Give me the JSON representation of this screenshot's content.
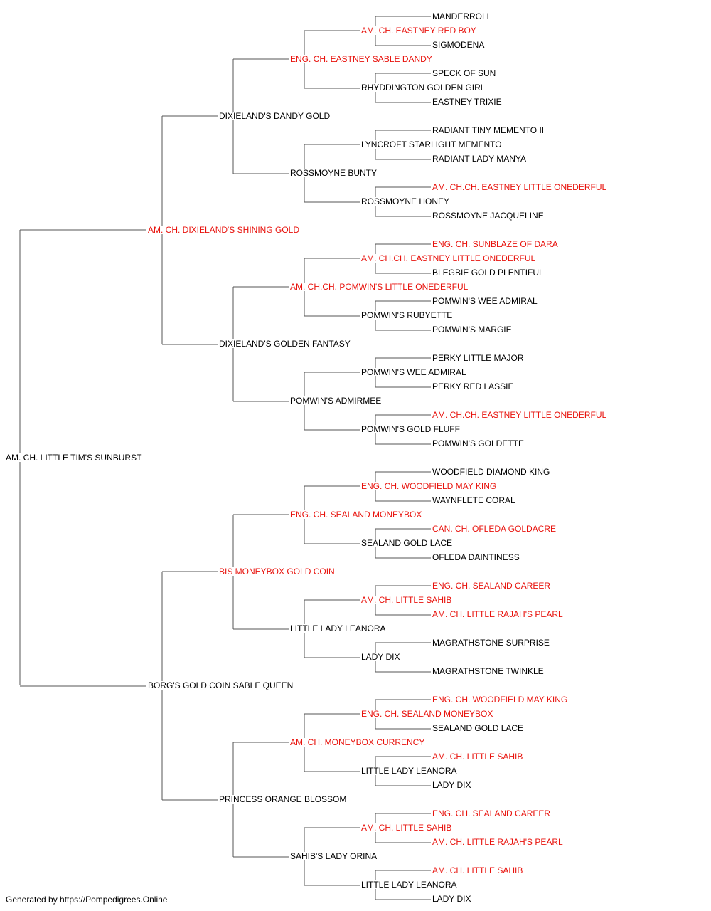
{
  "colors": {
    "champion": "#e8120c",
    "normal": "#000000",
    "connector": "#555555"
  },
  "pedigree": {
    "name": "AM. CH. LITTLE TIM'S SUNBURST",
    "champion": false,
    "sire": {
      "name": "AM. CH. DIXIELAND'S SHINING GOLD",
      "champion": true,
      "sire": {
        "name": "DIXIELAND'S DANDY GOLD",
        "champion": false,
        "sire": {
          "name": "ENG. CH. EASTNEY SABLE DANDY",
          "champion": true,
          "sire": {
            "name": "AM. CH. EASTNEY RED BOY",
            "champion": true,
            "sire": {
              "name": "MANDERROLL",
              "champion": false
            },
            "dam": {
              "name": "SIGMODENA",
              "champion": false
            }
          },
          "dam": {
            "name": "RHYDDINGTON GOLDEN GIRL",
            "champion": false,
            "sire": {
              "name": "SPECK OF SUN",
              "champion": false
            },
            "dam": {
              "name": "EASTNEY TRIXIE",
              "champion": false
            }
          }
        },
        "dam": {
          "name": "ROSSMOYNE BUNTY",
          "champion": false,
          "sire": {
            "name": "LYNCROFT STARLIGHT MEMENTO",
            "champion": false,
            "sire": {
              "name": "RADIANT TINY MEMENTO II",
              "champion": false
            },
            "dam": {
              "name": "RADIANT LADY MANYA",
              "champion": false
            }
          },
          "dam": {
            "name": "ROSSMOYNE HONEY",
            "champion": false,
            "sire": {
              "name": "AM. CH.CH. EASTNEY LITTLE ONEDERFUL",
              "champion": true
            },
            "dam": {
              "name": "ROSSMOYNE JACQUELINE",
              "champion": false
            }
          }
        }
      },
      "dam": {
        "name": "DIXIELAND'S GOLDEN FANTASY",
        "champion": false,
        "sire": {
          "name": "AM. CH.CH. POMWIN'S LITTLE ONEDERFUL",
          "champion": true,
          "sire": {
            "name": "AM. CH.CH. EASTNEY LITTLE ONEDERFUL",
            "champion": true,
            "sire": {
              "name": "ENG. CH. SUNBLAZE OF DARA",
              "champion": true
            },
            "dam": {
              "name": "BLEGBIE GOLD PLENTIFUL",
              "champion": false
            }
          },
          "dam": {
            "name": "POMWIN'S RUBYETTE",
            "champion": false,
            "sire": {
              "name": "POMWIN'S WEE ADMIRAL",
              "champion": false
            },
            "dam": {
              "name": "POMWIN'S MARGIE",
              "champion": false
            }
          }
        },
        "dam": {
          "name": "POMWIN'S ADMIRMEE",
          "champion": false,
          "sire": {
            "name": "POMWIN'S WEE ADMIRAL",
            "champion": false,
            "sire": {
              "name": "PERKY LITTLE MAJOR",
              "champion": false
            },
            "dam": {
              "name": "PERKY RED LASSIE",
              "champion": false
            }
          },
          "dam": {
            "name": "POMWIN'S GOLD FLUFF",
            "champion": false,
            "sire": {
              "name": "AM. CH.CH. EASTNEY LITTLE ONEDERFUL",
              "champion": true
            },
            "dam": {
              "name": "POMWIN'S GOLDETTE",
              "champion": false
            }
          }
        }
      }
    },
    "dam": {
      "name": "BORG'S GOLD COIN SABLE QUEEN",
      "champion": false,
      "sire": {
        "name": "BIS MONEYBOX GOLD COIN",
        "champion": true,
        "sire": {
          "name": "ENG. CH. SEALAND MONEYBOX",
          "champion": true,
          "sire": {
            "name": "ENG. CH. WOODFIELD MAY KING",
            "champion": true,
            "sire": {
              "name": "WOODFIELD DIAMOND KING",
              "champion": false
            },
            "dam": {
              "name": "WAYNFLETE CORAL",
              "champion": false
            }
          },
          "dam": {
            "name": "SEALAND GOLD LACE",
            "champion": false,
            "sire": {
              "name": "CAN. CH. OFLEDA GOLDACRE",
              "champion": true
            },
            "dam": {
              "name": "OFLEDA DAINTINESS",
              "champion": false
            }
          }
        },
        "dam": {
          "name": "LITTLE LADY LEANORA",
          "champion": false,
          "sire": {
            "name": "AM. CH. LITTLE SAHIB",
            "champion": true,
            "sire": {
              "name": "ENG. CH. SEALAND CAREER",
              "champion": true
            },
            "dam": {
              "name": "AM. CH. LITTLE RAJAH'S PEARL",
              "champion": true
            }
          },
          "dam": {
            "name": "LADY DIX",
            "champion": false,
            "sire": {
              "name": "MAGRATHSTONE SURPRISE",
              "champion": false
            },
            "dam": {
              "name": "MAGRATHSTONE TWINKLE",
              "champion": false
            }
          }
        }
      },
      "dam": {
        "name": "PRINCESS ORANGE BLOSSOM",
        "champion": false,
        "sire": {
          "name": "AM. CH. MONEYBOX CURRENCY",
          "champion": true,
          "sire": {
            "name": "ENG. CH. SEALAND MONEYBOX",
            "champion": true,
            "sire": {
              "name": "ENG. CH. WOODFIELD MAY KING",
              "champion": true
            },
            "dam": {
              "name": "SEALAND GOLD LACE",
              "champion": false
            }
          },
          "dam": {
            "name": "LITTLE LADY LEANORA",
            "champion": false,
            "sire": {
              "name": "AM. CH. LITTLE SAHIB",
              "champion": true
            },
            "dam": {
              "name": "LADY DIX",
              "champion": false
            }
          }
        },
        "dam": {
          "name": "SAHIB'S LADY ORINA",
          "champion": false,
          "sire": {
            "name": "AM. CH. LITTLE SAHIB",
            "champion": true,
            "sire": {
              "name": "ENG. CH. SEALAND CAREER",
              "champion": true
            },
            "dam": {
              "name": "AM. CH. LITTLE RAJAH'S PEARL",
              "champion": true
            }
          },
          "dam": {
            "name": "LITTLE LADY LEANORA",
            "champion": false,
            "sire": {
              "name": "AM. CH. LITTLE SAHIB",
              "champion": true
            },
            "dam": {
              "name": "LADY DIX",
              "champion": false
            }
          }
        }
      }
    }
  },
  "footer": "Generated by https://Pompedigrees.Online"
}
